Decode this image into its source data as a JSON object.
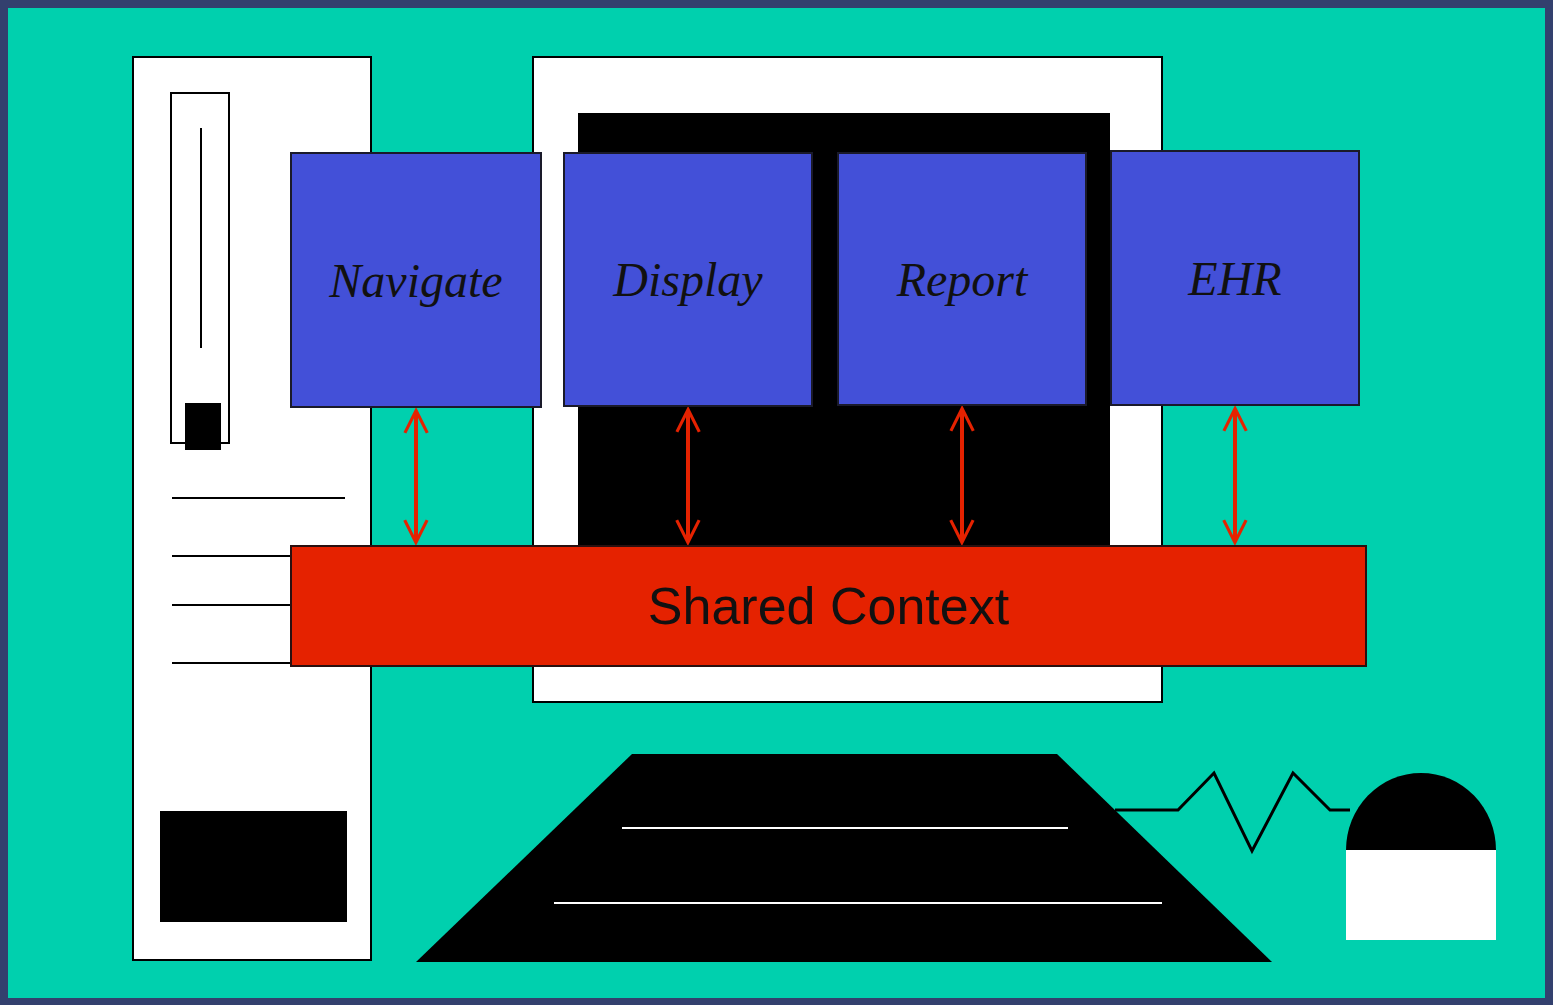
{
  "diagram": {
    "nodes": [
      {
        "text": [
          "Navigate"
        ]
      },
      {
        "text": [
          "Display"
        ]
      },
      {
        "text": [
          "Report"
        ]
      },
      {
        "text": [
          "EHR"
        ]
      },
      {
        "text": [
          "Shared Context"
        ]
      }
    ],
    "edges": [
      {
        "from": 0,
        "to": 4,
        "arrow": "both"
      },
      {
        "from": 1,
        "to": 4,
        "arrow": "both"
      },
      {
        "from": 2,
        "to": 4,
        "arrow": "both"
      },
      {
        "from": 3,
        "to": 4,
        "arrow": "both"
      }
    ]
  }
}
